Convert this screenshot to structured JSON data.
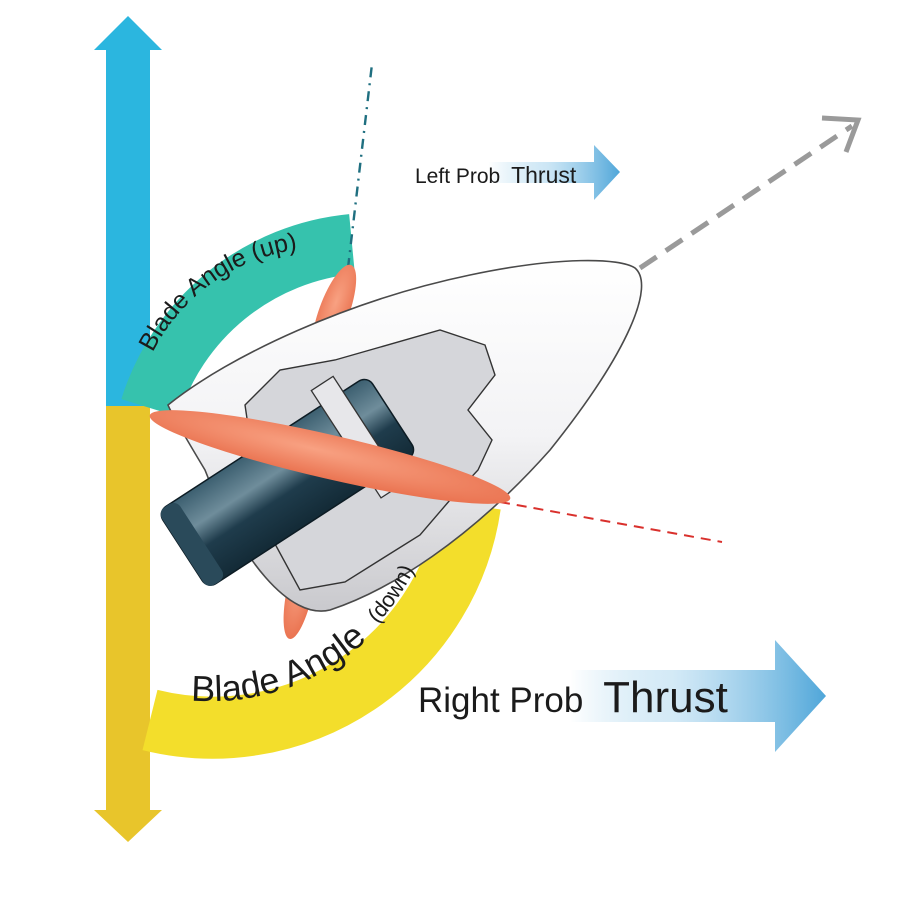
{
  "labels": {
    "blade_angle_up": "Blade Angle (up)",
    "blade_angle_down_main": "Blade Angle",
    "blade_angle_down_paren": "(down)",
    "left_thrust_prefix": "Left Prob",
    "left_thrust_word": "Thrust",
    "right_thrust_prefix": "Right Prob",
    "right_thrust_word": "Thrust"
  },
  "colors": {
    "vertical_axis_top": "#2bb6df",
    "vertical_axis_bottom": "#e8c52b",
    "blade_arc_up": "#36c2ad",
    "blade_arc_down": "#f3de2b",
    "blade": "#f07f5c",
    "thrust_arrow": "#5aaedc",
    "hub_body": "#f2f2f4",
    "shaft": "#1f3c4c",
    "direction_arrow": "#9a9a9a",
    "reference_line_blue": "#1f6f80",
    "reference_line_red": "#d9302c"
  },
  "icons": {
    "vertical_axis": "double-headed-arrow-icon",
    "direction": "dashed-arrow-icon",
    "thrust": "gradient-arrow-icon"
  }
}
